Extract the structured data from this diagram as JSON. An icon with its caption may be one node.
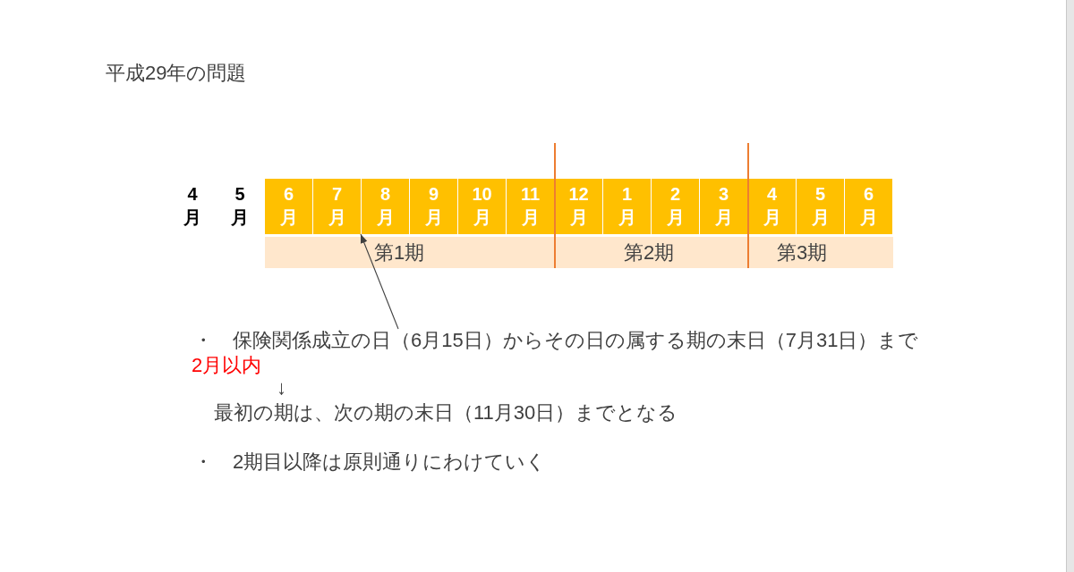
{
  "diagram": {
    "title": "平成29年の問題",
    "nodes": [
      {
        "text": [
          "6月"
        ]
      },
      {
        "text": [
          "7月"
        ]
      },
      {
        "text": [
          "8月"
        ]
      },
      {
        "text": [
          "9月"
        ]
      },
      {
        "text": [
          "10月"
        ]
      },
      {
        "text": [
          "11月"
        ]
      },
      {
        "text": [
          "12月"
        ]
      },
      {
        "text": [
          "1月"
        ]
      },
      {
        "text": [
          "2月"
        ]
      },
      {
        "text": [
          "3月"
        ]
      },
      {
        "text": [
          "4月"
        ]
      },
      {
        "text": [
          "5月"
        ]
      },
      {
        "text": [
          "6月"
        ]
      },
      {
        "text": [
          "第1期"
        ]
      },
      {
        "text": [
          "第2期"
        ]
      },
      {
        "text": [
          "第3期"
        ]
      },
      {
        "text": [
          "・　保険関係成立の日（6月15日）からその日の属する期の末日（7月31日）まで"
        ]
      }
    ],
    "edges": [
      {
        "from": 16,
        "to": 1,
        "arrow": "to"
      }
    ],
    "labels": [
      "4月",
      "5月",
      "2月以内",
      "↓",
      "最初の期は、次の期の末日（11月30日）までとなる",
      "・　2期目以降は原則通りにわけていく"
    ]
  }
}
